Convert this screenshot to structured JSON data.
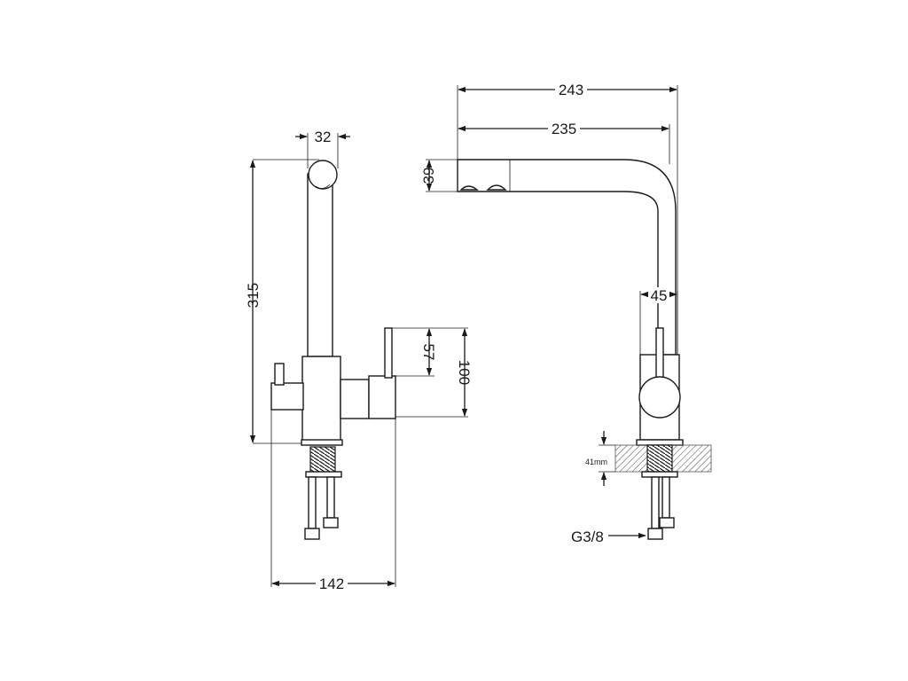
{
  "dimensions": {
    "d32": "32",
    "d315": "315",
    "d57": "57",
    "d100": "100",
    "d142": "142",
    "d243": "243",
    "d235": "235",
    "d39": "39",
    "d45": "45",
    "d41mm": "41mm",
    "thread": "G3/8"
  }
}
